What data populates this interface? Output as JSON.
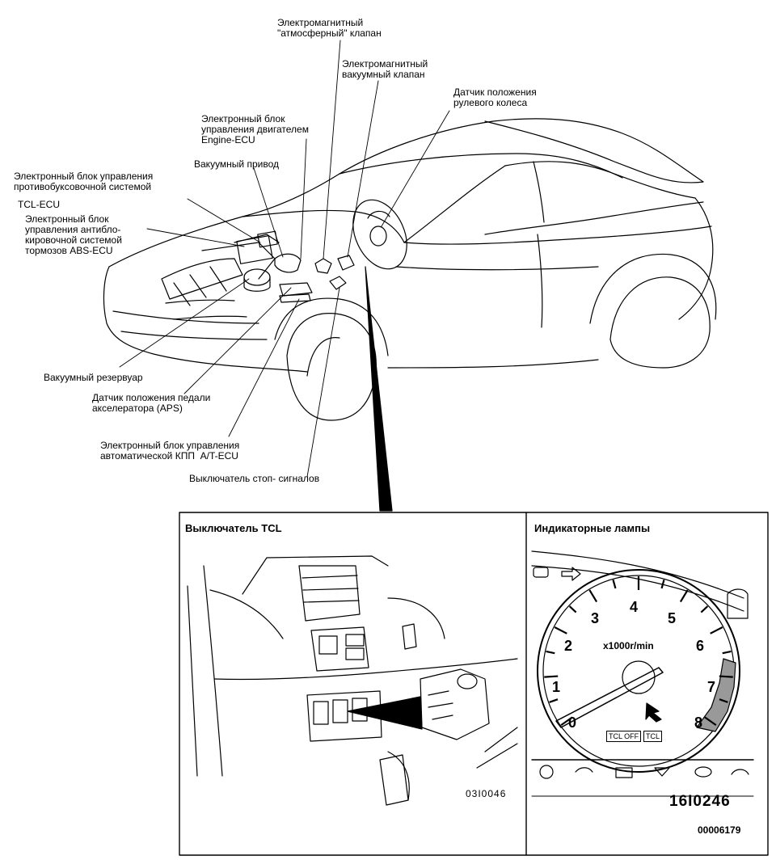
{
  "labels": {
    "atm_valve": "Электромагнитный\n\"атмосферный\" клапан",
    "vac_valve": "Электромагнитный\nвакуумный клапан",
    "steering_sensor": "Датчик положения\nрулевого колеса",
    "engine_ecu": "Электронный блок\nуправления двигателем\nEngine-ECU",
    "vacuum_actuator": "Вакуумный привод",
    "tcl_ecu": "Электронный блок управления\nпротивобуксовочной системой",
    "tcl_ecu_code": "TCL-ECU",
    "abs_ecu": "Электронный блок\nуправления антибло-\nкировочной системой\nтормозов ABS-ECU",
    "vacuum_tank": "Вакуумный резервуар",
    "aps": "Датчик положения педали\nакселератора (APS)",
    "at_ecu": "Электронный блок управления\nавтоматической КПП  A/T-ECU",
    "stop_switch": "Выключатель стоп- сигналов"
  },
  "panels": {
    "tcl_switch_title": "Выключатель TCL",
    "indicator_title": "Индикаторные лампы",
    "tcl_switch_code": "03I0046",
    "indicator_code": "16I0246",
    "figure_code": "00006179"
  },
  "gauge": {
    "numbers": [
      "0",
      "1",
      "2",
      "3",
      "4",
      "5",
      "6",
      "7",
      "8"
    ],
    "unit": "x1000r/min",
    "tcl_off": "TCL OFF",
    "tcl": "TCL"
  }
}
